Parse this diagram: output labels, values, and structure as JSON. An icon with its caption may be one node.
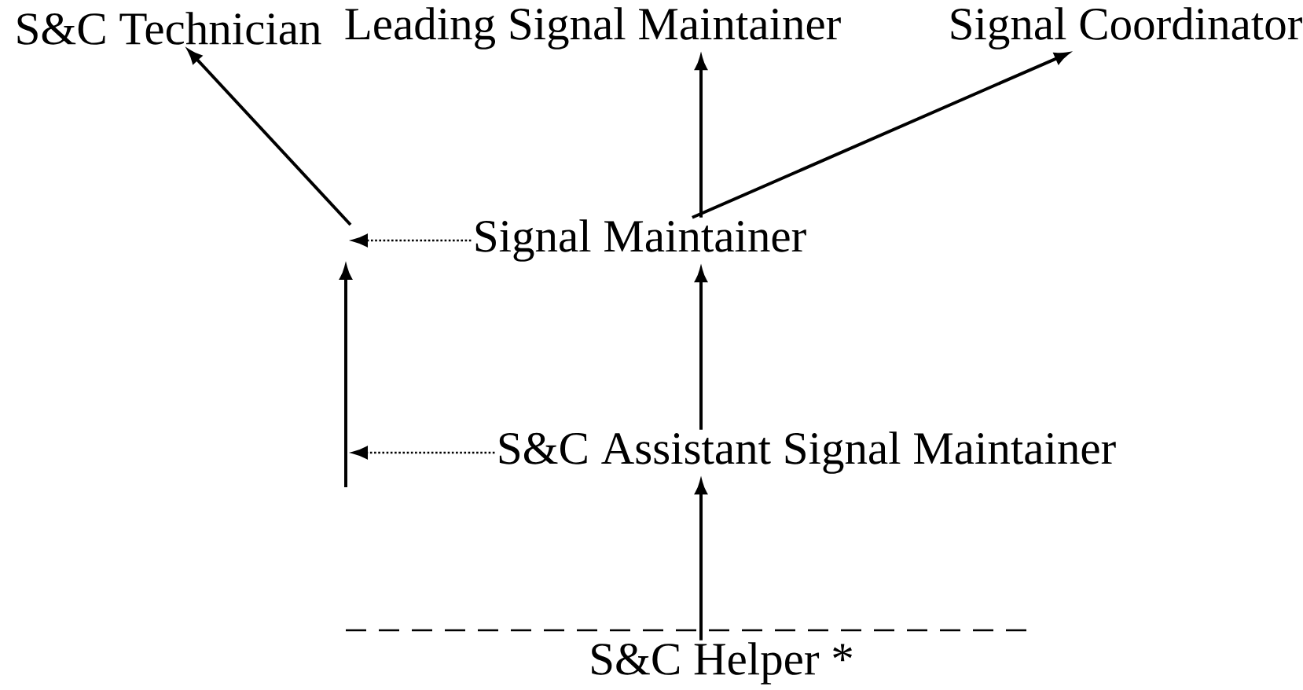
{
  "diagram": {
    "nodes": [
      {
        "text": [
          "S&C Technician"
        ]
      },
      {
        "text": [
          "Leading Signal Maintainer"
        ]
      },
      {
        "text": [
          "Signal Coordinator"
        ]
      },
      {
        "text": [
          "Signal Maintainer"
        ]
      },
      {
        "text": [
          "S&C Assistant Signal Maintainer"
        ]
      },
      {
        "text": [
          "S&C Helper *"
        ]
      }
    ],
    "edges": [
      {
        "from": 3,
        "to": 1,
        "arrow": "to"
      },
      {
        "from": 3,
        "to": 2,
        "arrow": "to"
      },
      {
        "from": null,
        "to": 0,
        "arrow": "to"
      },
      {
        "from": 3,
        "to": null,
        "arrow": "to",
        "style": "dashed"
      },
      {
        "from": 4,
        "to": null,
        "arrow": "to",
        "style": "dashed"
      },
      {
        "from": 4,
        "to": 3,
        "arrow": "to"
      },
      {
        "from": 5,
        "to": 4,
        "arrow": "to"
      }
    ]
  }
}
